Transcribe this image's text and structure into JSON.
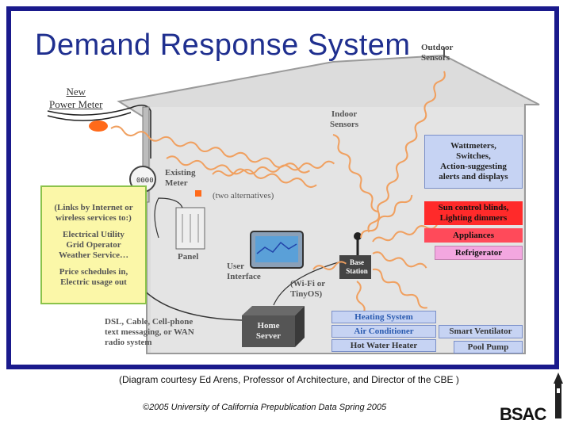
{
  "title": "Demand Response System",
  "labels": {
    "outdoor_sensors": "Outdoor\nSensors",
    "new_power_meter": "New\nPower Meter",
    "indoor_sensors": "Indoor\nSensors",
    "existing_meter": "Existing\nMeter",
    "two_alternatives": "(two alternatives)",
    "panel": "Panel",
    "user_interface": "User\nInterface",
    "base_station": "Base\nStation",
    "wifi": "(Wi-Fi or\nTinyOS)",
    "home_server": "Home\nServer",
    "dsl": "DSL, Cable, Cell-phone\ntext messaging, or WAN\nradio system"
  },
  "links_box": {
    "line1": "(Links by Internet or\nwireless services to:)",
    "line2": "Electrical Utility\nGrid Operator\nWeather Service…",
    "line3": "Price schedules in,\nElectric usage out"
  },
  "devices": {
    "wattmeters": "Wattmeters,\nSwitches,\nAction-suggesting\nalerts and displays",
    "sun_control": "Sun control blinds,\nLighting dimmers",
    "appliances": "Appliances",
    "refrigerator": "Refrigerator",
    "heating": "Heating System",
    "air_conditioner": "Air Conditioner",
    "hot_water": "Hot Water Heater",
    "smart_ventilator": "Smart Ventilator",
    "pool_pump": "Pool Pump"
  },
  "colors": {
    "title": "#1f2f8f",
    "frame": "#1a1a8c",
    "house": "#d9d9d9",
    "blue_box": "#c6d3f3",
    "red_box": "#ff2a2a",
    "pink_box": "#f3a7e0",
    "wave": "#f0a060",
    "links_box": "#fbf7a8",
    "links_border": "#8bc34a"
  },
  "caption": "(Diagram courtesy Ed Arens, Professor of Architecture, and Director of the CBE )",
  "footer": "©2005 University of California   Prepublication Data Spring 2005",
  "logo": "BSAC"
}
